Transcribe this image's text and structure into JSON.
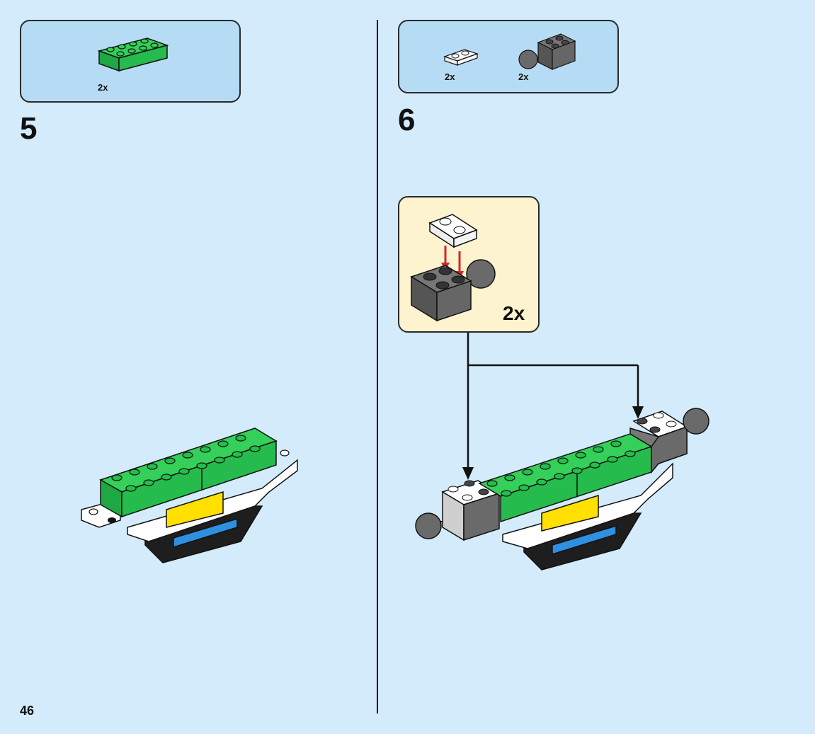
{
  "page": {
    "number": "46"
  },
  "steps": [
    {
      "number": "5",
      "parts": [
        {
          "brick": "green 2x4 brick",
          "qty": "2x"
        }
      ]
    },
    {
      "number": "6",
      "parts": [
        {
          "brick": "white 1x2 plate",
          "qty": "2x"
        },
        {
          "brick": "dark grey 2x2 brick with ball",
          "qty": "2x"
        }
      ],
      "subassembly": {
        "qty": "2x"
      }
    }
  ],
  "colors": {
    "background": "#d4ebfb",
    "parts_box": "#b6dcf5",
    "callout": "#fdf4cf",
    "green": "#22c04a",
    "grey": "#6a6a6a",
    "yellow": "#ffe000",
    "blue": "#2f8fe0",
    "arrow_red": "#d8242b"
  }
}
